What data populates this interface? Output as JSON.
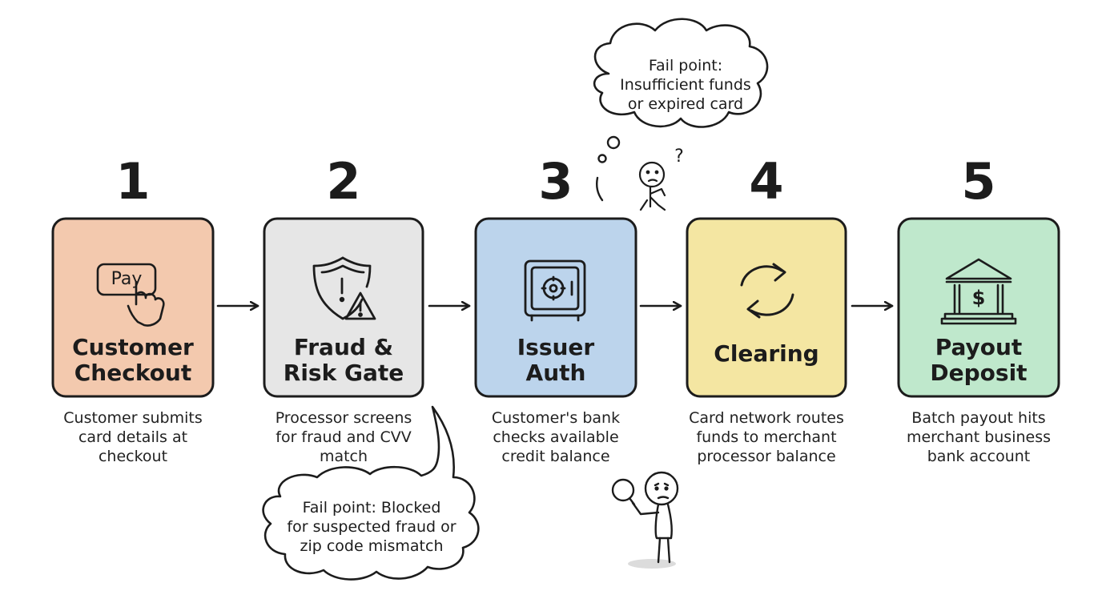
{
  "colors": {
    "stroke": "#1c1c1c",
    "step1_fill": "#f3c9ae",
    "step2_fill": "#e6e6e6",
    "step3_fill": "#bcd4ec",
    "step4_fill": "#f4e6a2",
    "step5_fill": "#bfe8cc"
  },
  "steps": [
    {
      "number": "1",
      "title": "Customer\nCheckout",
      "description": "Customer submits\ncard details at\ncheckout",
      "icon": "pay-button-hand-icon",
      "icon_label": "Pay"
    },
    {
      "number": "2",
      "title": "Fraud &\nRisk Gate",
      "description": "Processor screens\nfor fraud and CVV\nmatch",
      "icon": "shield-warning-icon"
    },
    {
      "number": "3",
      "title": "Issuer\nAuth",
      "description": "Customer's bank\nchecks available\ncredit balance",
      "icon": "safe-vault-icon"
    },
    {
      "number": "4",
      "title": "Clearing",
      "description": "Card network routes\nfunds to merchant\nprocessor balance",
      "icon": "cycle-arrows-icon"
    },
    {
      "number": "5",
      "title": "Payout\nDeposit",
      "description": "Batch payout hits\nmerchant business\nbank account",
      "icon": "bank-dollar-icon"
    }
  ],
  "callouts": {
    "issuer_fail": "Fail point:\nInsufficient funds\nor expired card",
    "fraud_fail": "Fail point: Blocked\nfor suspected fraud or\nzip code mismatch"
  },
  "figures": {
    "thinker": "thinking-person-icon",
    "inspector": "magnifier-person-icon",
    "question_mark": "?"
  }
}
